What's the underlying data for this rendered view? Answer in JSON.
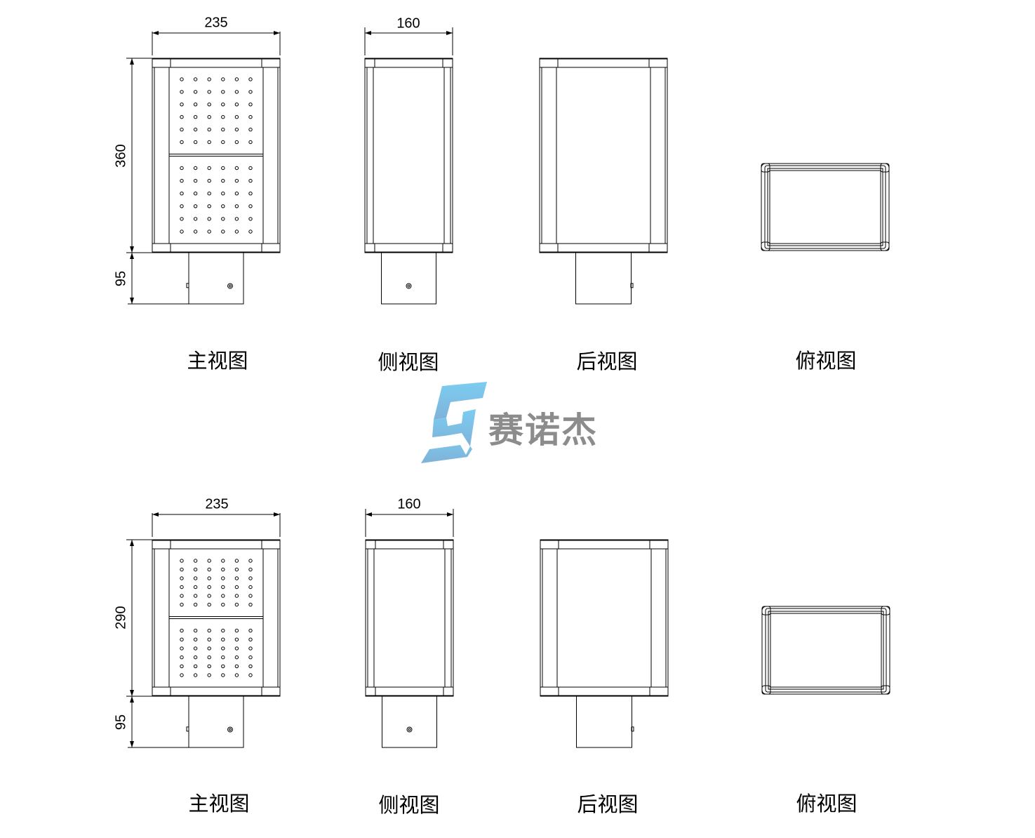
{
  "rows": [
    {
      "width_dim": "235",
      "depth_dim": "160",
      "height_dim": "360",
      "pole_dim": "95",
      "labels": {
        "front": "主视图",
        "side": "侧视图",
        "back": "后视图",
        "top": "俯视图"
      }
    },
    {
      "width_dim": "235",
      "depth_dim": "160",
      "height_dim": "290",
      "pole_dim": "95",
      "labels": {
        "front": "主视图",
        "side": "侧视图",
        "back": "后视图",
        "top": "俯视图"
      }
    }
  ],
  "logo": {
    "text": "赛诺杰",
    "color_primary": "#6ec3ec",
    "color_text": "#8c8c8c"
  }
}
